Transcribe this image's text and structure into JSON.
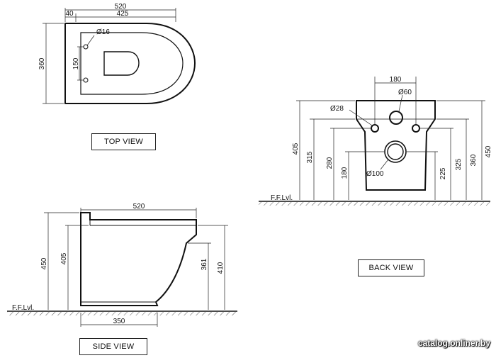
{
  "top_view": {
    "title": "TOP VIEW",
    "dim_total_width": "520",
    "dim_back": "40",
    "dim_bowl": "425",
    "dim_depth": "360",
    "dim_hole_spacing": "150",
    "dim_hole_diameter": "Ø16"
  },
  "side_view": {
    "title": "SIDE VIEW",
    "dim_length": "520",
    "dim_total_height": "450",
    "dim_rim_height": "405",
    "dim_front_361": "361",
    "dim_front_410": "410",
    "dim_base": "350",
    "floor_label": "F.F.Lvl."
  },
  "back_view": {
    "title": "BACK VIEW",
    "dim_top_spacing": "180",
    "dim_inlet_diameter": "Ø60",
    "dim_bolt_diameter": "Ø28",
    "dim_outlet_diameter": "Ø100",
    "dim_405": "405",
    "dim_315": "315",
    "dim_280": "280",
    "dim_180": "180",
    "dim_225": "225",
    "dim_325": "325",
    "dim_360": "360",
    "dim_450": "450",
    "floor_label": "F.F.Lvl."
  },
  "watermark": "catalog.onliner.by"
}
